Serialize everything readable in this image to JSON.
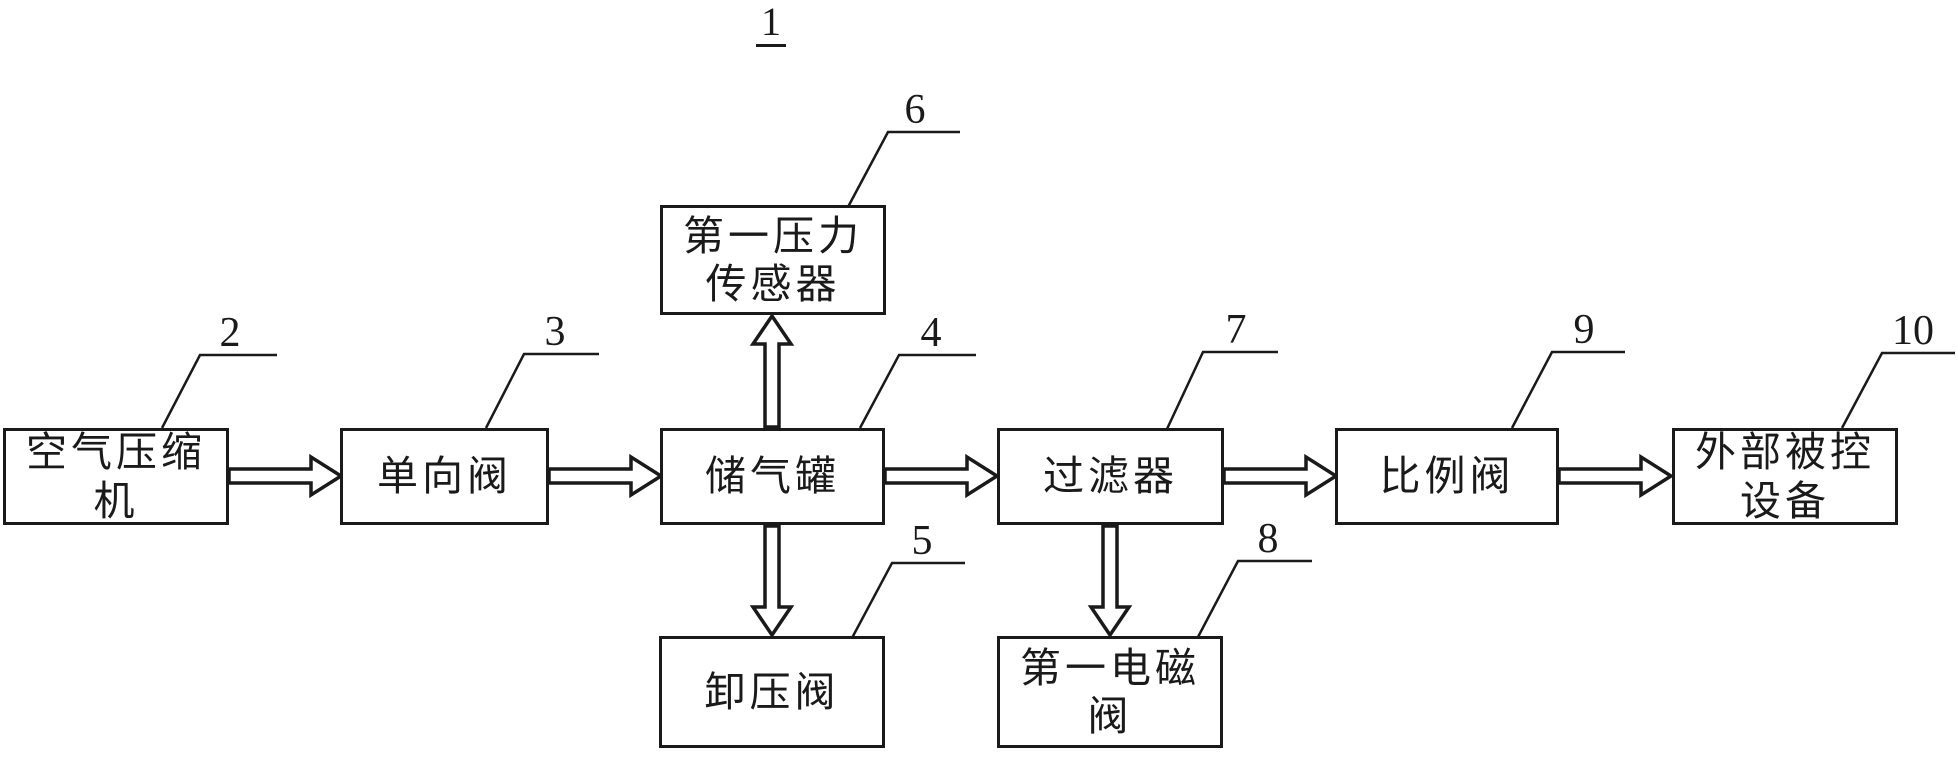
{
  "figure": {
    "number": "1"
  },
  "colors": {
    "line": "#1a1a1a",
    "background": "#ffffff"
  },
  "nodes": {
    "compressor": {
      "ref": "2",
      "label": "空气压缩机"
    },
    "check_valve": {
      "ref": "3",
      "label": "单向阀"
    },
    "tank": {
      "ref": "4",
      "label": "储气罐"
    },
    "relief_valve": {
      "ref": "5",
      "label": "卸压阀"
    },
    "pressure_sensor": {
      "ref": "6",
      "label": "第一压力传感器"
    },
    "filter": {
      "ref": "7",
      "label": "过滤器"
    },
    "solenoid_valve": {
      "ref": "8",
      "label": "第一电磁阀"
    },
    "proportional_valve": {
      "ref": "9",
      "label": "比例阀"
    },
    "external_device": {
      "ref": "10",
      "label": "外部被控设备"
    }
  },
  "connections": [
    {
      "from": "compressor",
      "to": "check_valve",
      "type": "hollow-arrow",
      "direction": "right"
    },
    {
      "from": "check_valve",
      "to": "tank",
      "type": "hollow-arrow",
      "direction": "right"
    },
    {
      "from": "tank",
      "to": "filter",
      "type": "hollow-arrow",
      "direction": "right"
    },
    {
      "from": "filter",
      "to": "proportional_valve",
      "type": "hollow-arrow",
      "direction": "right"
    },
    {
      "from": "proportional_valve",
      "to": "external_device",
      "type": "hollow-arrow",
      "direction": "right"
    },
    {
      "from": "tank",
      "to": "pressure_sensor",
      "type": "hollow-arrow",
      "direction": "up"
    },
    {
      "from": "tank",
      "to": "relief_valve",
      "type": "hollow-arrow",
      "direction": "down"
    },
    {
      "from": "filter",
      "to": "solenoid_valve",
      "type": "hollow-arrow",
      "direction": "down"
    }
  ]
}
